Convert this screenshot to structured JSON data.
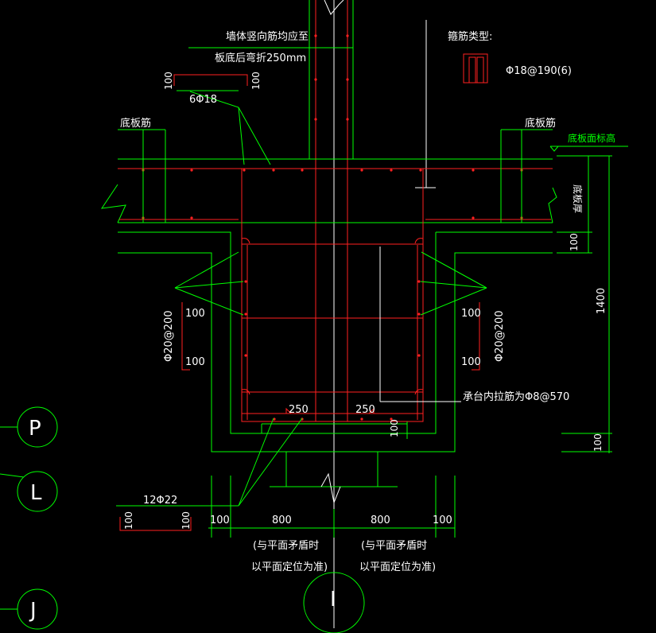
{
  "notes": {
    "wall_rebar_line1": "墙体竖向筋均应至",
    "wall_rebar_line2": "板底后弯折250mm",
    "stirrup_type_label": "箍筋类型:",
    "stirrup_spec": "Φ18@190(6)",
    "top_bars": "6Φ18",
    "bottom_bars": "12Φ22",
    "tie_bars": "承台内拉筋为Φ8@570",
    "slab_bar_left": "底板筋",
    "slab_bar_right": "底板筋",
    "slab_top_elev": "底板面标高",
    "slab_thickness": "底板厚",
    "side_bars_left": "Φ20@200",
    "side_bars_right": "Φ20@200"
  },
  "dims": {
    "hook_top_left": "100",
    "hook_top_right": "100",
    "hook_bottom_left": "100",
    "hook_bottom_right": "100",
    "left_hook_top": "100",
    "left_hook_bottom": "100",
    "right_hook_top": "100",
    "right_hook_bottom": "100",
    "inner_left": "250",
    "inner_right": "250",
    "bottom_cover": "100",
    "right_100a": "100",
    "right_total": "1400",
    "right_100b": "100",
    "bot_100_left": "100",
    "bot_800_left": "800",
    "bot_800_right": "800",
    "bot_100_right": "100"
  },
  "remarks": {
    "left_line1": "(与平面矛盾时",
    "left_line2": "以平面定位为准)",
    "right_line1": "(与平面矛盾时",
    "right_line2": "以平面定位为准)"
  },
  "axes": {
    "p": "P",
    "l": "L",
    "j": "J",
    "i": "I"
  },
  "colors": {
    "background": "#000000",
    "outline": "#00ff00",
    "rebar": "#ff2020",
    "text": "#ffffff"
  }
}
